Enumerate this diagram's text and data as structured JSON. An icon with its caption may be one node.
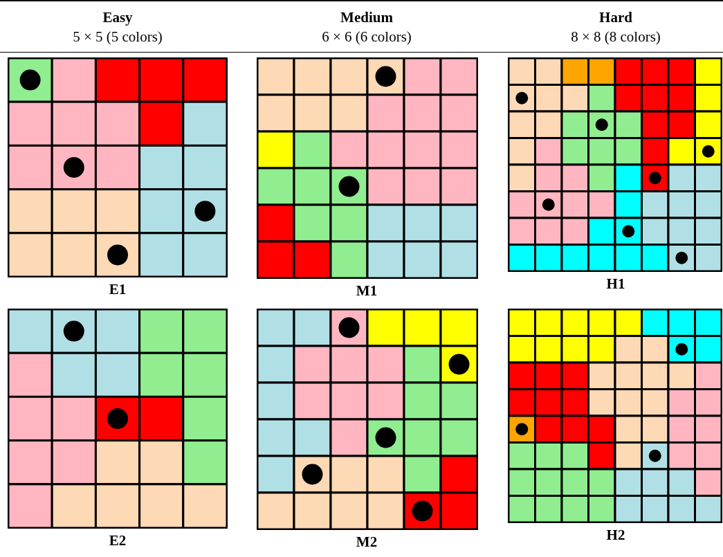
{
  "diagram": {
    "labels": [
      "Easy",
      "5 × 5 (5 colors)",
      "Medium",
      "6 × 6 (6 colors)",
      "Hard",
      "8 × 8 (8 colors)",
      "E1",
      "M1",
      "H1",
      "E2",
      "M2",
      "H2"
    ]
  }
}
